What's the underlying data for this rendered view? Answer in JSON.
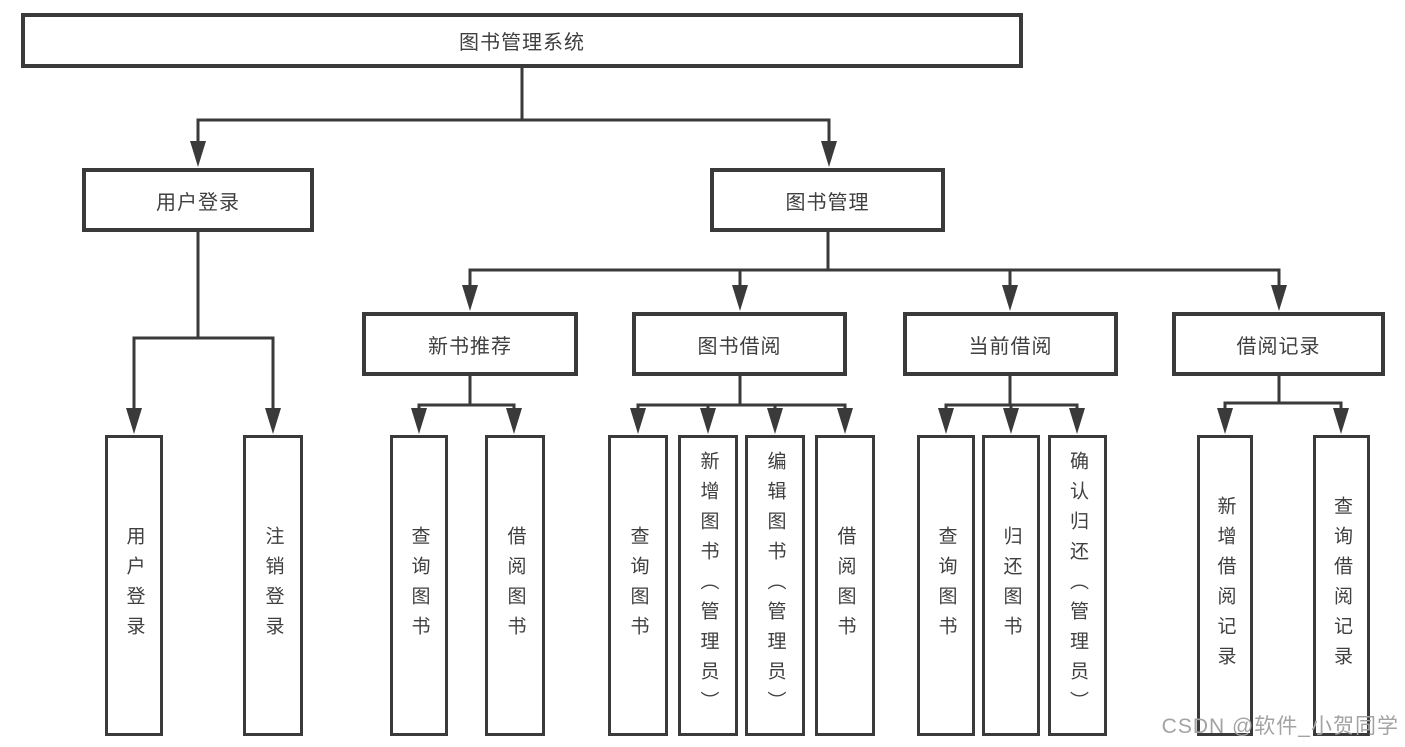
{
  "diagram": {
    "root": "图书管理系统",
    "level2": {
      "user_login": "用户登录",
      "book_mgmt": "图书管理"
    },
    "level3": {
      "new_books": "新书推荐",
      "book_borrow": "图书借阅",
      "current_borrow": "当前借阅",
      "borrow_records": "借阅记录"
    },
    "leaves": {
      "user_login": "用户登录",
      "logout": "注销登录",
      "rec_query_books": "查询图书",
      "rec_borrow_books": "借阅图书",
      "bb_query_books": "查询图书",
      "bb_add_books": "新增图书（管理员）",
      "bb_edit_books": "编辑图书（管理员）",
      "bb_borrow_books": "借阅图书",
      "cb_query_books": "查询图书",
      "cb_return_books": "归还图书",
      "cb_confirm_return": "确认归还（管理员）",
      "br_add_record": "新增借阅记录",
      "br_query_record": "查询借阅记录"
    }
  },
  "watermark": {
    "text": "CSDN @软件_小贺同学"
  },
  "colors": {
    "line": "#3a3a3a",
    "text": "#3f3f3f",
    "background": "#ffffff",
    "watermark": "#a3a3a3"
  }
}
